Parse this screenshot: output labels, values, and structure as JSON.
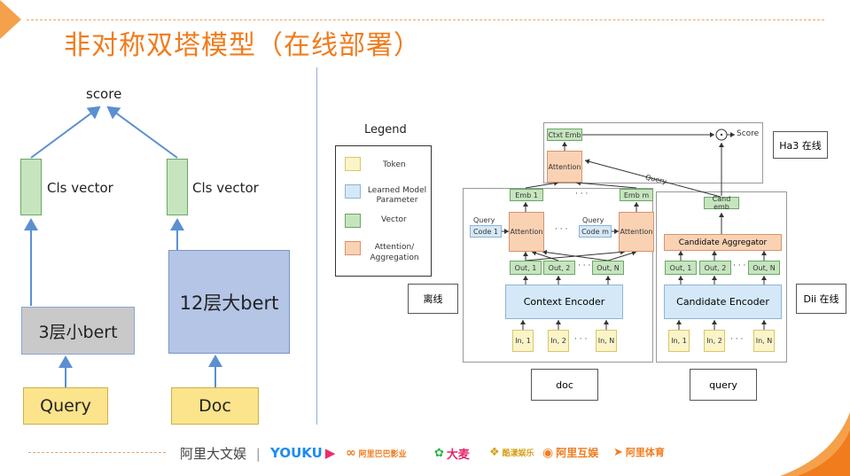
{
  "title": "非对称双塔模型（在线部署）",
  "left": {
    "score": "score",
    "cls1": "Cls vector",
    "cls2": "Cls vector",
    "small_bert": "3层小bert",
    "big_bert": "12层大bert",
    "query": "Query",
    "doc": "Doc"
  },
  "right": {
    "legend_title": "Legend",
    "legend": [
      "Token",
      "Learned Model Parameter",
      "Vector",
      "Attention/ Aggregation"
    ],
    "offline": "离线",
    "online_ha3": "Ha3 在线",
    "online_dii": "Dii 在线",
    "doc_label": "doc",
    "query_label": "query",
    "ctxt_emb": "Ctxt Emb",
    "attention": "Attention",
    "score": "Score",
    "query_word": "Query",
    "cand_emb": "Cand emb",
    "emb1": "Emb 1",
    "embm": "Emb m",
    "code1": "Code 1",
    "codem": "Code m",
    "context_encoder": "Context Encoder",
    "candidate_aggregator": "Candidate Aggregator",
    "candidate_encoder": "Candidate Encoder",
    "ctx_outs": [
      "Out, 1",
      "Out, 2",
      "Out, N"
    ],
    "cand_outs": [
      "Out, 1",
      "Out, 2",
      "Out, N"
    ],
    "ctx_ins": [
      "In, 1",
      "In, 2",
      "In, N"
    ],
    "cand_ins": [
      "In, 1",
      "In, 2",
      "In, N"
    ],
    "dots": "· · ·"
  },
  "footer": {
    "brand_cn": "阿里大文娱",
    "logos": [
      "YOUKU",
      "阿里巴巴影业",
      "大麦",
      "酷漾娱乐",
      "阿里互娱",
      "阿里体育"
    ]
  },
  "colors": {
    "accent": "#f07c1e",
    "vector": "#c6e5bf",
    "attention": "#f9d2b4",
    "encoder": "#d5e8f7",
    "token": "#fbf4c8",
    "arrow": "#5b8fd1"
  }
}
